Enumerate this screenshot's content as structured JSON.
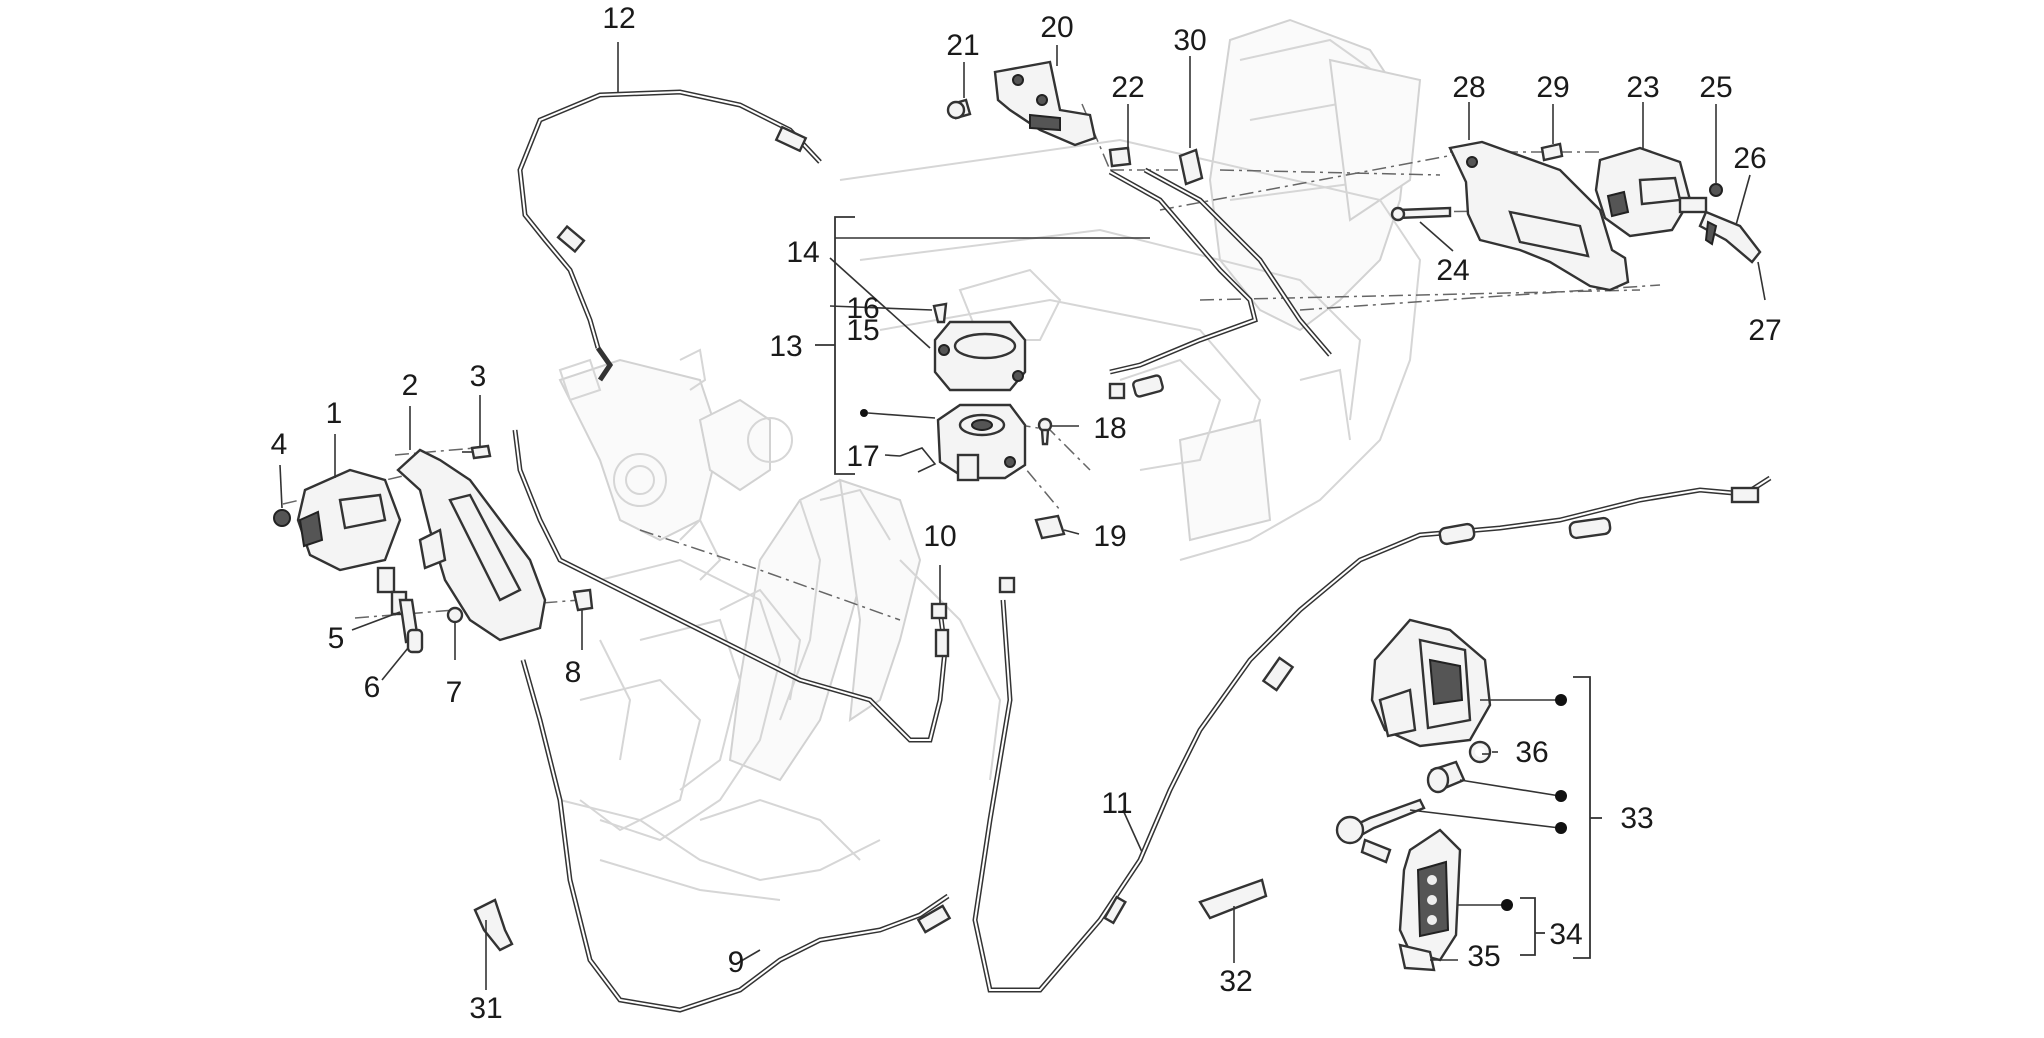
{
  "callouts": [
    {
      "id": "1",
      "label": "1"
    },
    {
      "id": "2",
      "label": "2"
    },
    {
      "id": "3",
      "label": "3"
    },
    {
      "id": "4",
      "label": "4"
    },
    {
      "id": "5",
      "label": "5"
    },
    {
      "id": "6",
      "label": "6"
    },
    {
      "id": "7",
      "label": "7"
    },
    {
      "id": "8",
      "label": "8"
    },
    {
      "id": "9",
      "label": "9"
    },
    {
      "id": "10",
      "label": "10"
    },
    {
      "id": "11",
      "label": "11"
    },
    {
      "id": "12",
      "label": "12"
    },
    {
      "id": "13",
      "label": "13"
    },
    {
      "id": "14",
      "label": "14"
    },
    {
      "id": "15",
      "label": "15"
    },
    {
      "id": "16",
      "label": "16"
    },
    {
      "id": "17",
      "label": "17"
    },
    {
      "id": "18",
      "label": "18"
    },
    {
      "id": "19",
      "label": "19"
    },
    {
      "id": "20",
      "label": "20"
    },
    {
      "id": "21",
      "label": "21"
    },
    {
      "id": "22",
      "label": "22"
    },
    {
      "id": "23",
      "label": "23"
    },
    {
      "id": "24",
      "label": "24"
    },
    {
      "id": "25",
      "label": "25"
    },
    {
      "id": "26",
      "label": "26"
    },
    {
      "id": "27",
      "label": "27"
    },
    {
      "id": "28",
      "label": "28"
    },
    {
      "id": "29",
      "label": "29"
    },
    {
      "id": "30",
      "label": "30"
    },
    {
      "id": "31",
      "label": "31"
    },
    {
      "id": "32",
      "label": "32"
    },
    {
      "id": "33",
      "label": "33"
    },
    {
      "id": "34",
      "label": "34"
    },
    {
      "id": "35",
      "label": "35"
    },
    {
      "id": "36",
      "label": "36"
    }
  ],
  "colors": {
    "ink": "#1a1a1a",
    "ghost_frame": "#d6d6d6",
    "background": "#ffffff"
  }
}
